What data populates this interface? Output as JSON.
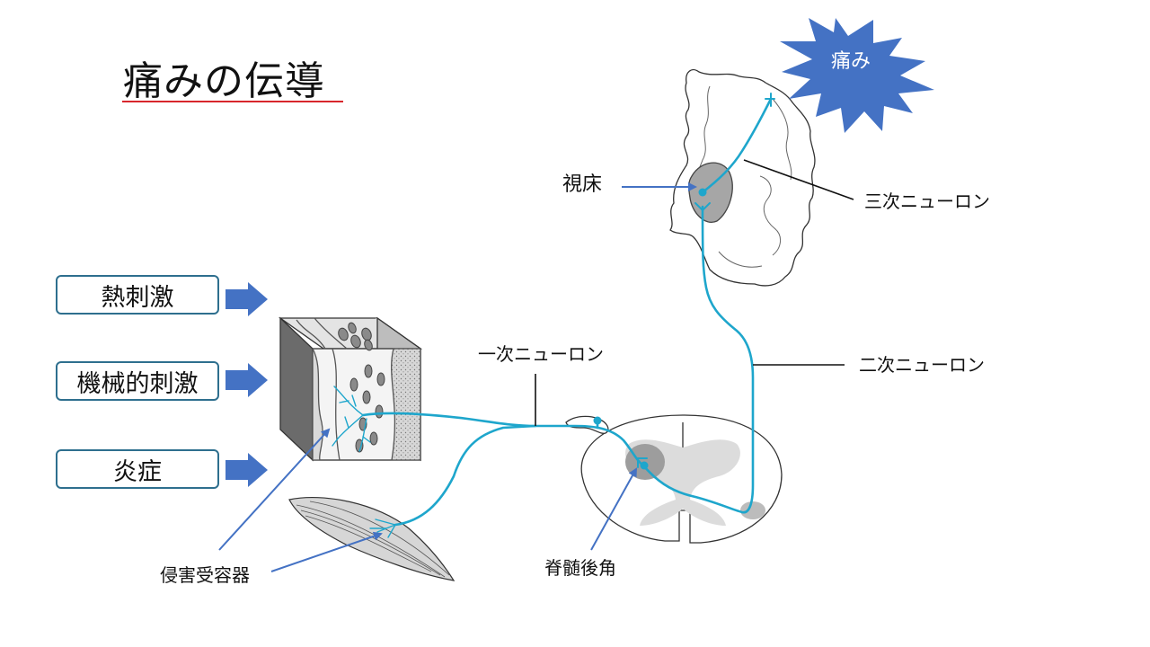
{
  "title": "痛みの伝導",
  "stimuli": [
    "熱刺激",
    "機械的刺激",
    "炎症"
  ],
  "labels": {
    "pain": "痛み",
    "thalamus": "視床",
    "third_neuron": "三次ニューロン",
    "second_neuron": "二次ニューロン",
    "first_neuron": "一次ニューロン",
    "dorsal_horn": "脊髄後角",
    "nociceptor": "侵害受容器"
  },
  "colors": {
    "neuron": "#1ea6cc",
    "arrow": "#4472c4",
    "star": "#4472c4",
    "box_border": "#2e6f8e",
    "title_underline": "#d8262c"
  }
}
